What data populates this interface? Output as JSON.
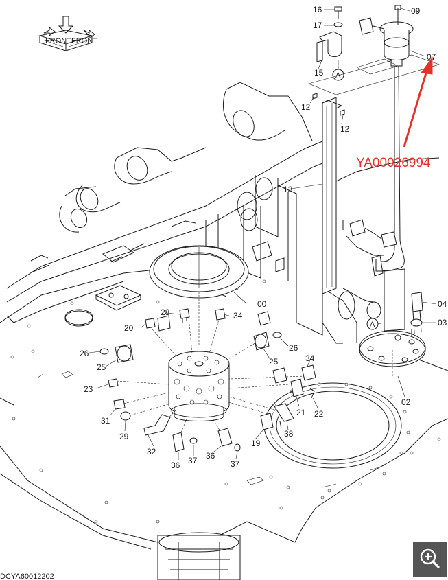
{
  "diagram": {
    "document_code": "DCYA60012202",
    "highlight": {
      "part_number": "YA00026994",
      "target_callout": "07",
      "color": "#e4312b"
    },
    "orientation_icon_texts": [
      "FRONT",
      "FRONT"
    ],
    "view_refs": [
      "A",
      "A"
    ],
    "callouts": [
      "16",
      "09",
      "17",
      "15",
      "07",
      "12",
      "12",
      "13",
      "04",
      "03",
      "00",
      "28",
      "34",
      "20",
      "26",
      "25",
      "26",
      "25",
      "34",
      "23",
      "21",
      "22",
      "02",
      "31",
      "29",
      "38",
      "32",
      "19",
      "36",
      "37",
      "36",
      "37"
    ]
  },
  "controls": {
    "zoom_icon": "zoom-in-icon",
    "zoom_button_color": "#555555"
  }
}
